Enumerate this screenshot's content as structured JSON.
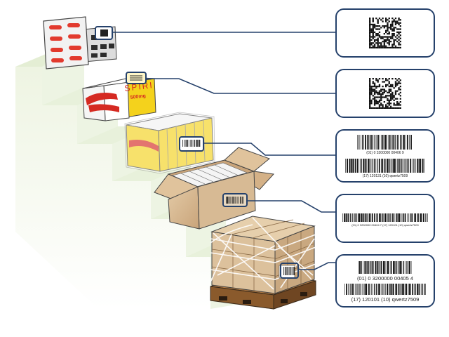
{
  "product": {
    "brand": "SPIRI",
    "strength": "500mg"
  },
  "levels": [
    {
      "name": "blister-pack",
      "code_type": "datamatrix"
    },
    {
      "name": "single-carton",
      "code_type": "datamatrix"
    },
    {
      "name": "bundle",
      "code_type": "gs1-128",
      "line1": "(01) 0 3200000 00406 9",
      "line2": "(17) 120131 (10) qwertz7509"
    },
    {
      "name": "shipping-case",
      "code_type": "gs1-128",
      "line1": "(01) 0 3200000 00404 7 (17) 120101 (10) qwertz7509"
    },
    {
      "name": "pallet",
      "code_type": "gs1-128",
      "line1": "(01) 0 3200000 00405 4",
      "line2": "(17) 120101 (10) qwertz7509"
    }
  ],
  "colors": {
    "outline": "#25416b",
    "stair_top": "#e4eed4",
    "stair_front": "#f1f6e8",
    "cardboard": "#d7ba94",
    "carton_yellow": "#f4d21c",
    "carton_red": "#d52a22"
  }
}
